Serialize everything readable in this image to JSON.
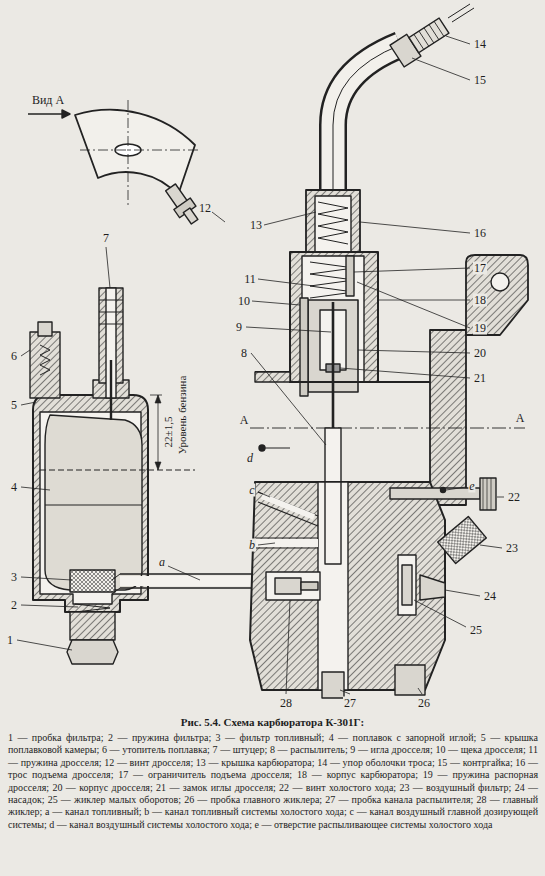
{
  "diagram": {
    "title": "Рис. 5.4. Схема карбюратора К-301Г:",
    "caption": "1 — пробка фильтра; 2 — пружина фильтра; 3 — фильтр топливный; 4 — поплавок с запорной иглой; 5 — крышка поплавковой камеры; 6 — утопитель поплавка; 7 — штуцер; 8 — распылитель; 9 — игла дросселя; 10 — щека дросселя; 11 — пружина дросселя; 12 — винт дросселя; 13 — крышка карбюратора; 14 — упор оболочки троса; 15 — контргайка; 16 — трос подъема дросселя; 17 — ограничитель подъема дросселя; 18 — корпус карбюратора; 19 — пружина распорная дросселя; 20 — корпус дросселя; 21 — замок иглы дросселя; 22 — винт холостого хода; 23 — воздушный фильтр; 24 — насадок; 25 — жиклер малых оборотов; 26 — пробка главного жиклера; 27 — пробка канала распылителя; 28 — главный жиклер; a — канал топливный; b — канал топливный системы холостого хода; c — канал воздушный главной дозирующей системы; d — канал воздушный системы холостого хода; e — отверстие распыливающее системы холостого хода",
    "labels": [
      "Вид А",
      "1",
      "2",
      "3",
      "4",
      "5",
      "6",
      "7",
      "8",
      "9",
      "10",
      "11",
      "12",
      "13",
      "14",
      "15",
      "16",
      "17",
      "18",
      "19",
      "20",
      "21",
      "22",
      "23",
      "24",
      "25",
      "26",
      "27",
      "28",
      "a",
      "b",
      "c",
      "d",
      "e",
      "A",
      "A",
      "22±1,5",
      "Уровень бензина"
    ]
  }
}
